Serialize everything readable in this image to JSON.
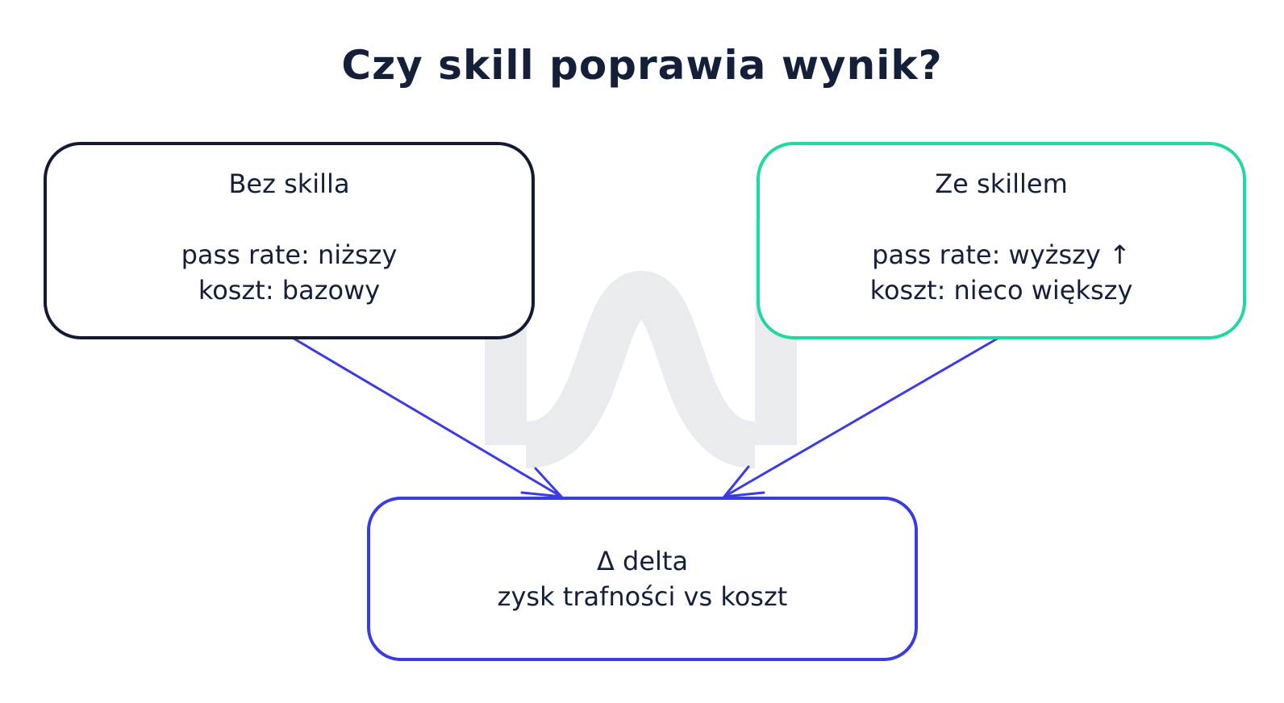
{
  "title": "Czy skill poprawia wynik?",
  "nodes": {
    "without_skill": {
      "heading": "Bez skilla",
      "lines": [
        "pass rate: niższy",
        "koszt: bazowy"
      ]
    },
    "with_skill": {
      "heading": "Ze skillem",
      "lines": [
        "pass rate: wyższy ↑",
        "koszt: nieco większy"
      ]
    },
    "delta": {
      "lines": [
        "Δ delta",
        "zysk trafności vs koszt"
      ]
    }
  },
  "edges": [
    {
      "from": "without_skill",
      "to": "delta"
    },
    {
      "from": "with_skill",
      "to": "delta"
    }
  ],
  "colors": {
    "text": "#14203a",
    "left_border": "#121b33",
    "right_border": "#1ed9a2",
    "bottom_border": "#3b3be6",
    "arrow": "#3b3be6",
    "watermark": "#eaebef"
  }
}
